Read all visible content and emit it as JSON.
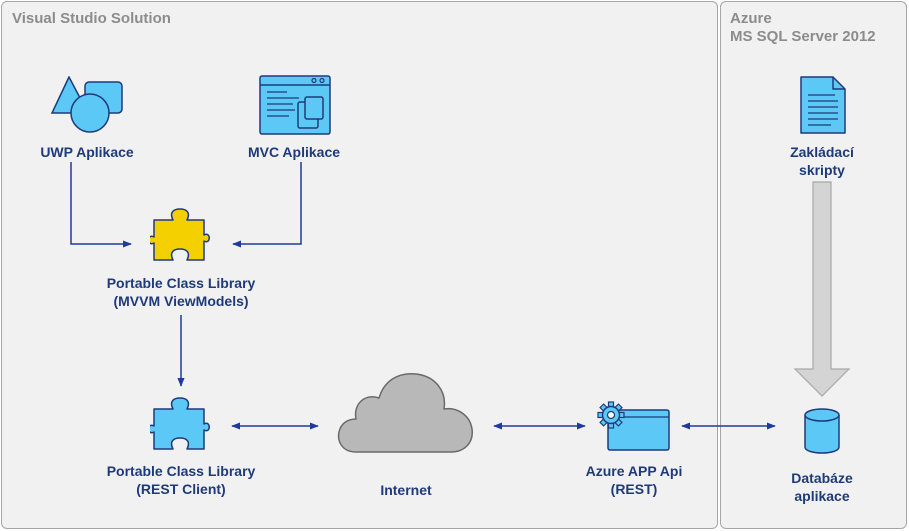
{
  "panels": {
    "left": {
      "title": "Visual Studio Solution"
    },
    "right": {
      "title_line1": "Azure",
      "title_line2": "MS SQL Server 2012"
    }
  },
  "nodes": {
    "uwp": {
      "label": "UWP Aplikace",
      "icon": "shapes-icon"
    },
    "mvc": {
      "label": "MVC Aplikace",
      "icon": "browser-window-icon"
    },
    "pcl_viewmodels": {
      "label_line1": "Portable Class Library",
      "label_line2": "(MVVM ViewModels)",
      "icon": "puzzle-yellow-icon"
    },
    "pcl_rest": {
      "label_line1": "Portable Class Library",
      "label_line2": "(REST Client)",
      "icon": "puzzle-blue-icon"
    },
    "internet": {
      "label": "Internet",
      "icon": "cloud-icon"
    },
    "azure_api": {
      "label_line1": "Azure APP Api",
      "label_line2": "(REST)",
      "icon": "api-panel-gear-icon"
    },
    "scripts": {
      "label_line1": "Zakládací",
      "label_line2": "skripty",
      "icon": "document-icon"
    },
    "database": {
      "label_line1": "Databáze",
      "label_line2": "aplikace",
      "icon": "database-icon"
    }
  },
  "colors": {
    "icon_fill": "#5bc8f5",
    "icon_stroke": "#1f3a7a",
    "puzzle_yellow": "#f5d000",
    "cloud_fill": "#b8b8b8",
    "panel_bg": "#f1f1f1",
    "label_text": "#1f3a7a",
    "panel_title": "#8c8c8c",
    "arrow": "#1f3a9a"
  }
}
